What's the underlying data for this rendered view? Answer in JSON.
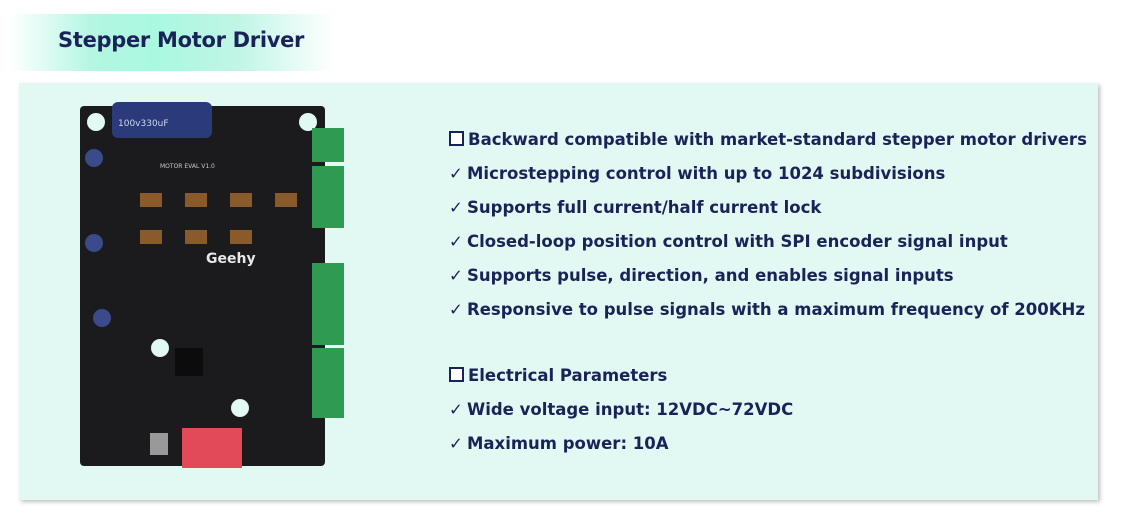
{
  "header": {
    "title": "Stepper Motor Driver"
  },
  "board": {
    "brand": "Geehy",
    "label": "MOTOR EVAL V1.0",
    "capacitor_text": "100v330uF"
  },
  "features": [
    {
      "icon": "square-bullet-icon",
      "text": "Backward compatible with market-standard stepper motor drivers"
    },
    {
      "icon": "check-icon",
      "text": "Microstepping control with up to 1024 subdivisions"
    },
    {
      "icon": "check-icon",
      "text": "Supports full current/half current lock"
    },
    {
      "icon": "check-icon",
      "text": "Closed-loop position control with SPI encoder signal input"
    },
    {
      "icon": "check-icon",
      "text": "Supports pulse, direction, and enables signal inputs"
    },
    {
      "icon": "check-icon",
      "text": "Responsive to pulse signals with a maximum frequency of 200KHz"
    }
  ],
  "electrical": [
    {
      "icon": "square-bullet-icon",
      "text": "Electrical Parameters"
    },
    {
      "icon": "check-icon",
      "text": "Wide voltage input: 12VDC~72VDC"
    },
    {
      "icon": "check-icon",
      "text": "Maximum power: 10A"
    }
  ],
  "check_glyph": "✓"
}
